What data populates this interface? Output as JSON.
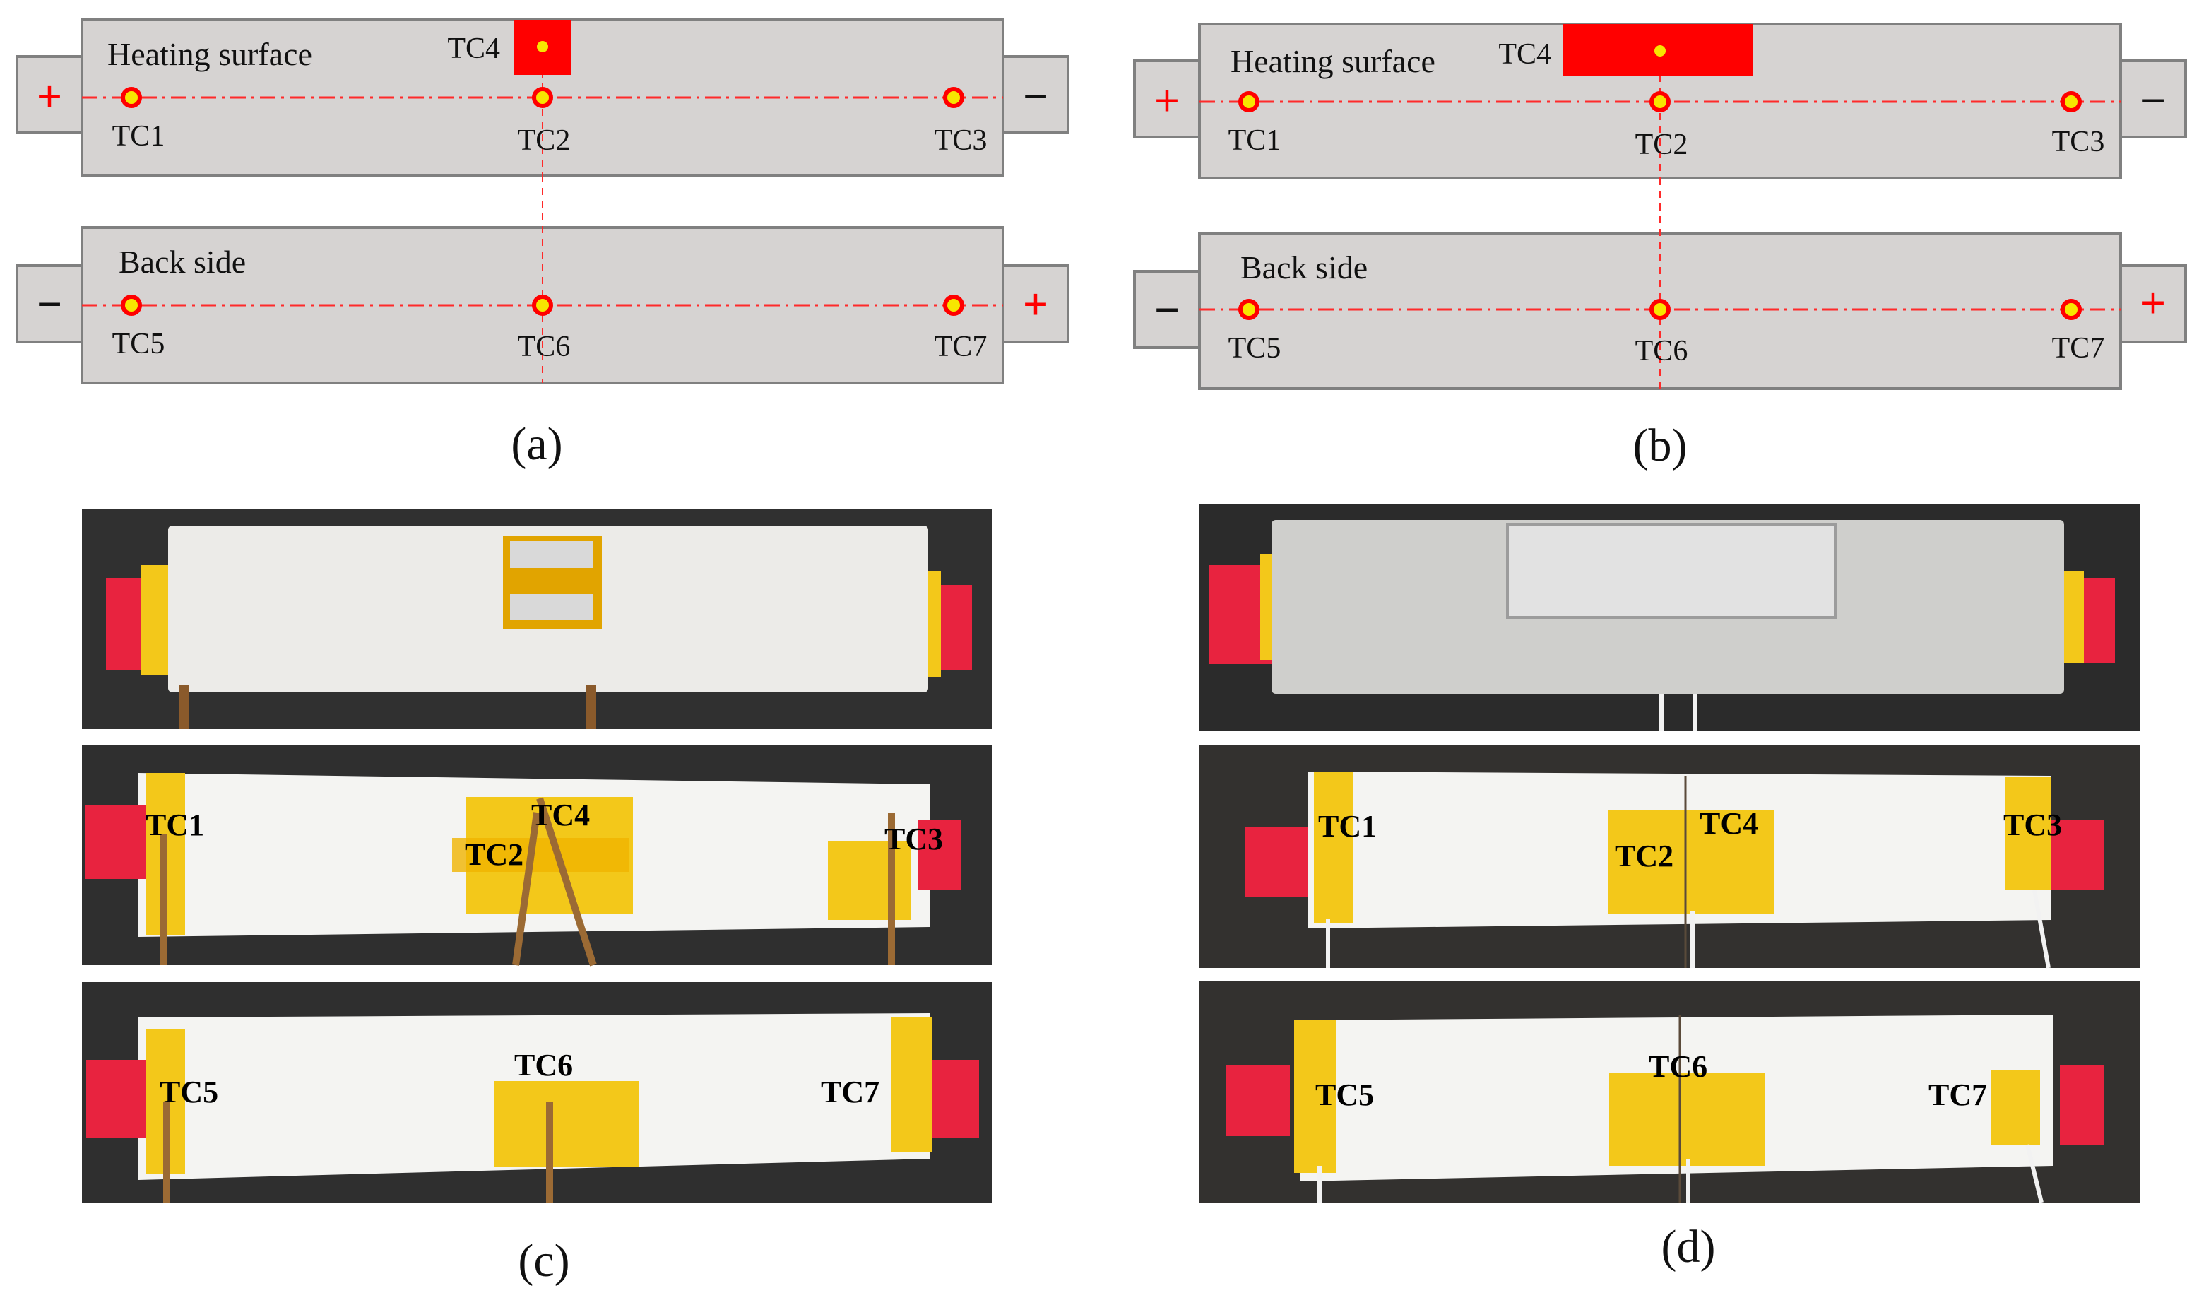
{
  "colors": {
    "board": "#d6d3d2",
    "board_stroke": "#808080",
    "accent_red": "#ff0000",
    "dot_fill": "#f7e600",
    "centerline": "#ff2a2a",
    "photo_bg": "#2a2a2a",
    "cell_white": "#f3f3f1",
    "kapton": "#f5c000",
    "foam": "#e9e9e7",
    "foam_gray": "#c9c9c6",
    "metal": "#d9d9d9"
  },
  "panel_a": {
    "caption": "(a)",
    "heating_title": "Heating surface",
    "back_title": "Back side",
    "heater_label": "TC4",
    "heating_terminals": [
      "+",
      "−"
    ],
    "back_terminals": [
      "−",
      "+"
    ],
    "heating_tcs": [
      "TC1",
      "TC2",
      "TC3"
    ],
    "back_tcs": [
      "TC5",
      "TC6",
      "TC7"
    ]
  },
  "panel_b": {
    "caption": "(b)",
    "heating_title": "Heating surface",
    "back_title": "Back side",
    "heater_label": "TC4",
    "heating_terminals": [
      "+",
      "−"
    ],
    "back_terminals": [
      "−",
      "+"
    ],
    "heating_tcs": [
      "TC1",
      "TC2",
      "TC3"
    ],
    "back_tcs": [
      "TC5",
      "TC6",
      "TC7"
    ]
  },
  "panel_c": {
    "caption": "(c)",
    "front_labels": [
      "TC1",
      "TC2",
      "TC4",
      "TC3"
    ],
    "back_labels": [
      "TC5",
      "TC6",
      "TC7"
    ]
  },
  "panel_d": {
    "caption": "(d)",
    "front_labels": [
      "TC1",
      "TC2",
      "TC4",
      "TC3"
    ],
    "back_labels": [
      "TC5",
      "TC6",
      "TC7"
    ]
  }
}
